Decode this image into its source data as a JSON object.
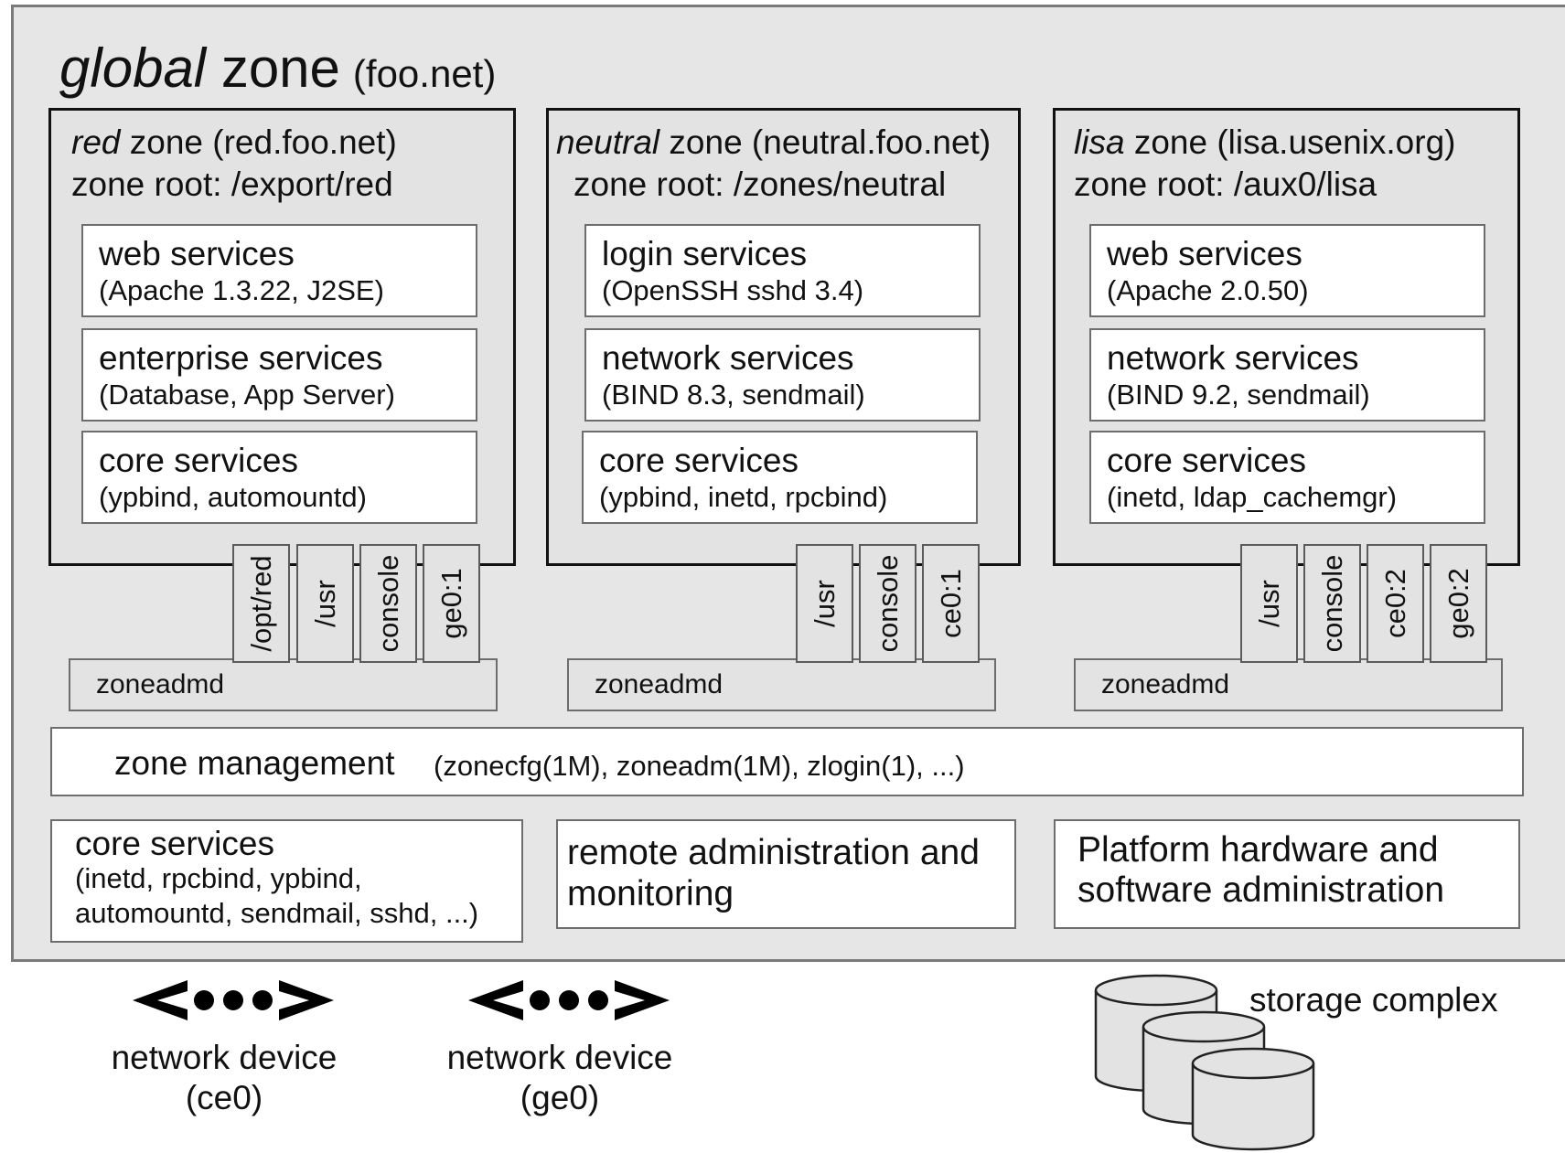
{
  "global_zone": {
    "title_italic": "global",
    "title_rest": "zone",
    "domain": "(foo.net)"
  },
  "zones": [
    {
      "name": "red",
      "suffix": "zone (red.foo.net)",
      "root": "zone root: /export/red",
      "services": [
        {
          "name": "web services",
          "detail": "(Apache 1.3.22, J2SE)"
        },
        {
          "name": "enterprise services",
          "detail": "(Database, App Server)"
        },
        {
          "name": "core services",
          "detail": "(ypbind, automountd)"
        }
      ],
      "tabs": [
        "/opt/red",
        "/usr",
        "console",
        "ge0:1"
      ],
      "zoneadmd": "zoneadmd"
    },
    {
      "name": "neutral",
      "suffix": "zone (neutral.foo.net)",
      "root": "zone root: /zones/neutral",
      "services": [
        {
          "name": "login services",
          "detail": "(OpenSSH sshd 3.4)"
        },
        {
          "name": "network services",
          "detail": "(BIND 8.3, sendmail)"
        },
        {
          "name": "core services",
          "detail": "(ypbind, inetd, rpcbind)"
        }
      ],
      "tabs": [
        "/usr",
        "console",
        "ce0:1"
      ],
      "zoneadmd": "zoneadmd"
    },
    {
      "name": "lisa",
      "suffix": "zone (lisa.usenix.org)",
      "root": "zone root: /aux0/lisa",
      "services": [
        {
          "name": "web services",
          "detail": "(Apache 2.0.50)"
        },
        {
          "name": "network services",
          "detail": "(BIND 9.2, sendmail)"
        },
        {
          "name": "core services",
          "detail": "(inetd, ldap_cachemgr)"
        }
      ],
      "tabs": [
        "/usr",
        "console",
        "ce0:2",
        "ge0:2"
      ],
      "zoneadmd": "zoneadmd"
    }
  ],
  "zone_management": {
    "label": "zone management",
    "detail": "(zonecfg(1M), zoneadm(1M), zlogin(1), ...)"
  },
  "global_core": {
    "title": "core services",
    "line1": "(inetd, rpcbind, ypbind,",
    "line2": "automountd, sendmail, sshd, ...)"
  },
  "remote_admin": {
    "line1": "remote administration and",
    "line2": "monitoring"
  },
  "platform_admin": {
    "line1": "Platform hardware and",
    "line2": "software administration"
  },
  "network_devices": [
    {
      "label": "network device",
      "id": "(ce0)"
    },
    {
      "label": "network device",
      "id": "(ge0)"
    }
  ],
  "storage": {
    "label": "storage complex"
  }
}
